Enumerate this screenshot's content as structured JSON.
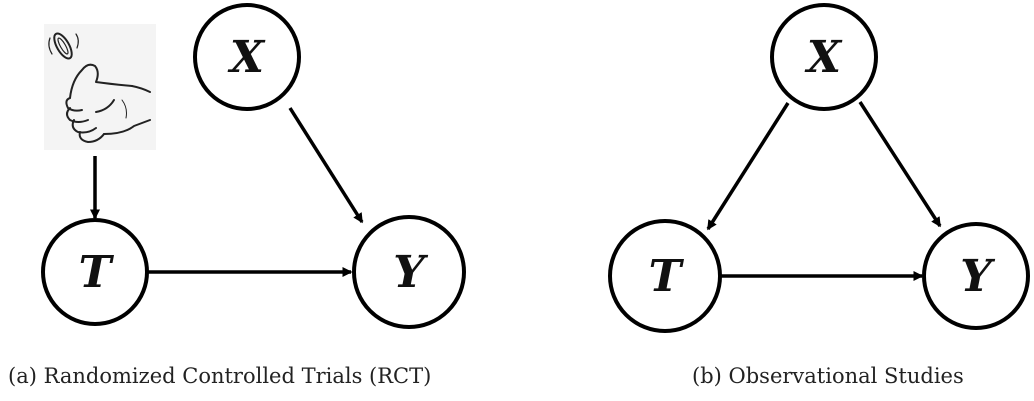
{
  "panel_a": {
    "caption": "(a) Randomized Controlled Trials (RCT)",
    "icon": "coin-flip-hand-icon",
    "nodes": {
      "x": "X",
      "t": "T",
      "y": "Y"
    }
  },
  "panel_b": {
    "caption": "(b) Observational Studies",
    "nodes": {
      "x": "X",
      "t": "T",
      "y": "Y"
    }
  }
}
